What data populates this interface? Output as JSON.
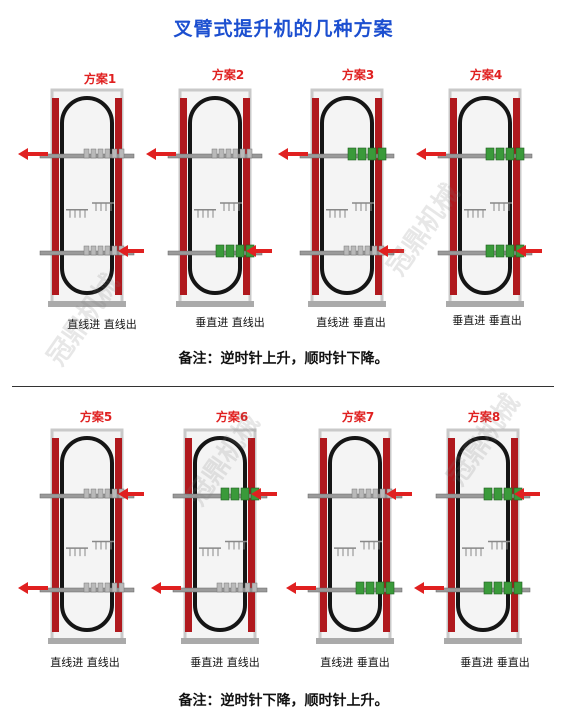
{
  "title": "叉臂式提升机的几种方案",
  "watermark": "冠鼎机械",
  "sections": [
    {
      "schemes": [
        {
          "label": "方案1",
          "caption": "直线进 直线出",
          "top": "horizontal",
          "bottom": "horizontal",
          "in": "bottom",
          "out": "top"
        },
        {
          "label": "方案2",
          "caption": "垂直进 直线出",
          "top": "horizontal",
          "bottom": "vertical",
          "in": "bottom",
          "out": "top"
        },
        {
          "label": "方案3",
          "caption": "直线进 垂直出",
          "top": "vertical",
          "bottom": "horizontal",
          "in": "bottom",
          "out": "top"
        },
        {
          "label": "方案4",
          "caption": "垂直进 垂直出",
          "top": "vertical",
          "bottom": "vertical",
          "in": "bottom",
          "out": "top"
        }
      ],
      "note": "备注：逆时针上升，顺时针下降。"
    },
    {
      "schemes": [
        {
          "label": "方案5",
          "caption": "直线进 直线出",
          "top": "horizontal",
          "bottom": "horizontal",
          "in": "top",
          "out": "bottom"
        },
        {
          "label": "方案6",
          "caption": "垂直进 直线出",
          "top": "vertical",
          "bottom": "horizontal",
          "in": "top",
          "out": "bottom"
        },
        {
          "label": "方案7",
          "caption": "直线进 垂直出",
          "top": "horizontal",
          "bottom": "vertical",
          "in": "top",
          "out": "bottom"
        },
        {
          "label": "方案8",
          "caption": "垂直进 垂直出",
          "top": "vertical",
          "bottom": "vertical",
          "in": "top",
          "out": "bottom"
        }
      ],
      "note": "备注：逆时针下降，顺时针上升。"
    }
  ],
  "colors": {
    "title": "#1c4fd0",
    "label": "#e02020",
    "arrow": "#e02020",
    "rail": "#b0191e",
    "chain": "#151515",
    "roller": "#3a9a3a",
    "frame": "#c9c9c9"
  }
}
